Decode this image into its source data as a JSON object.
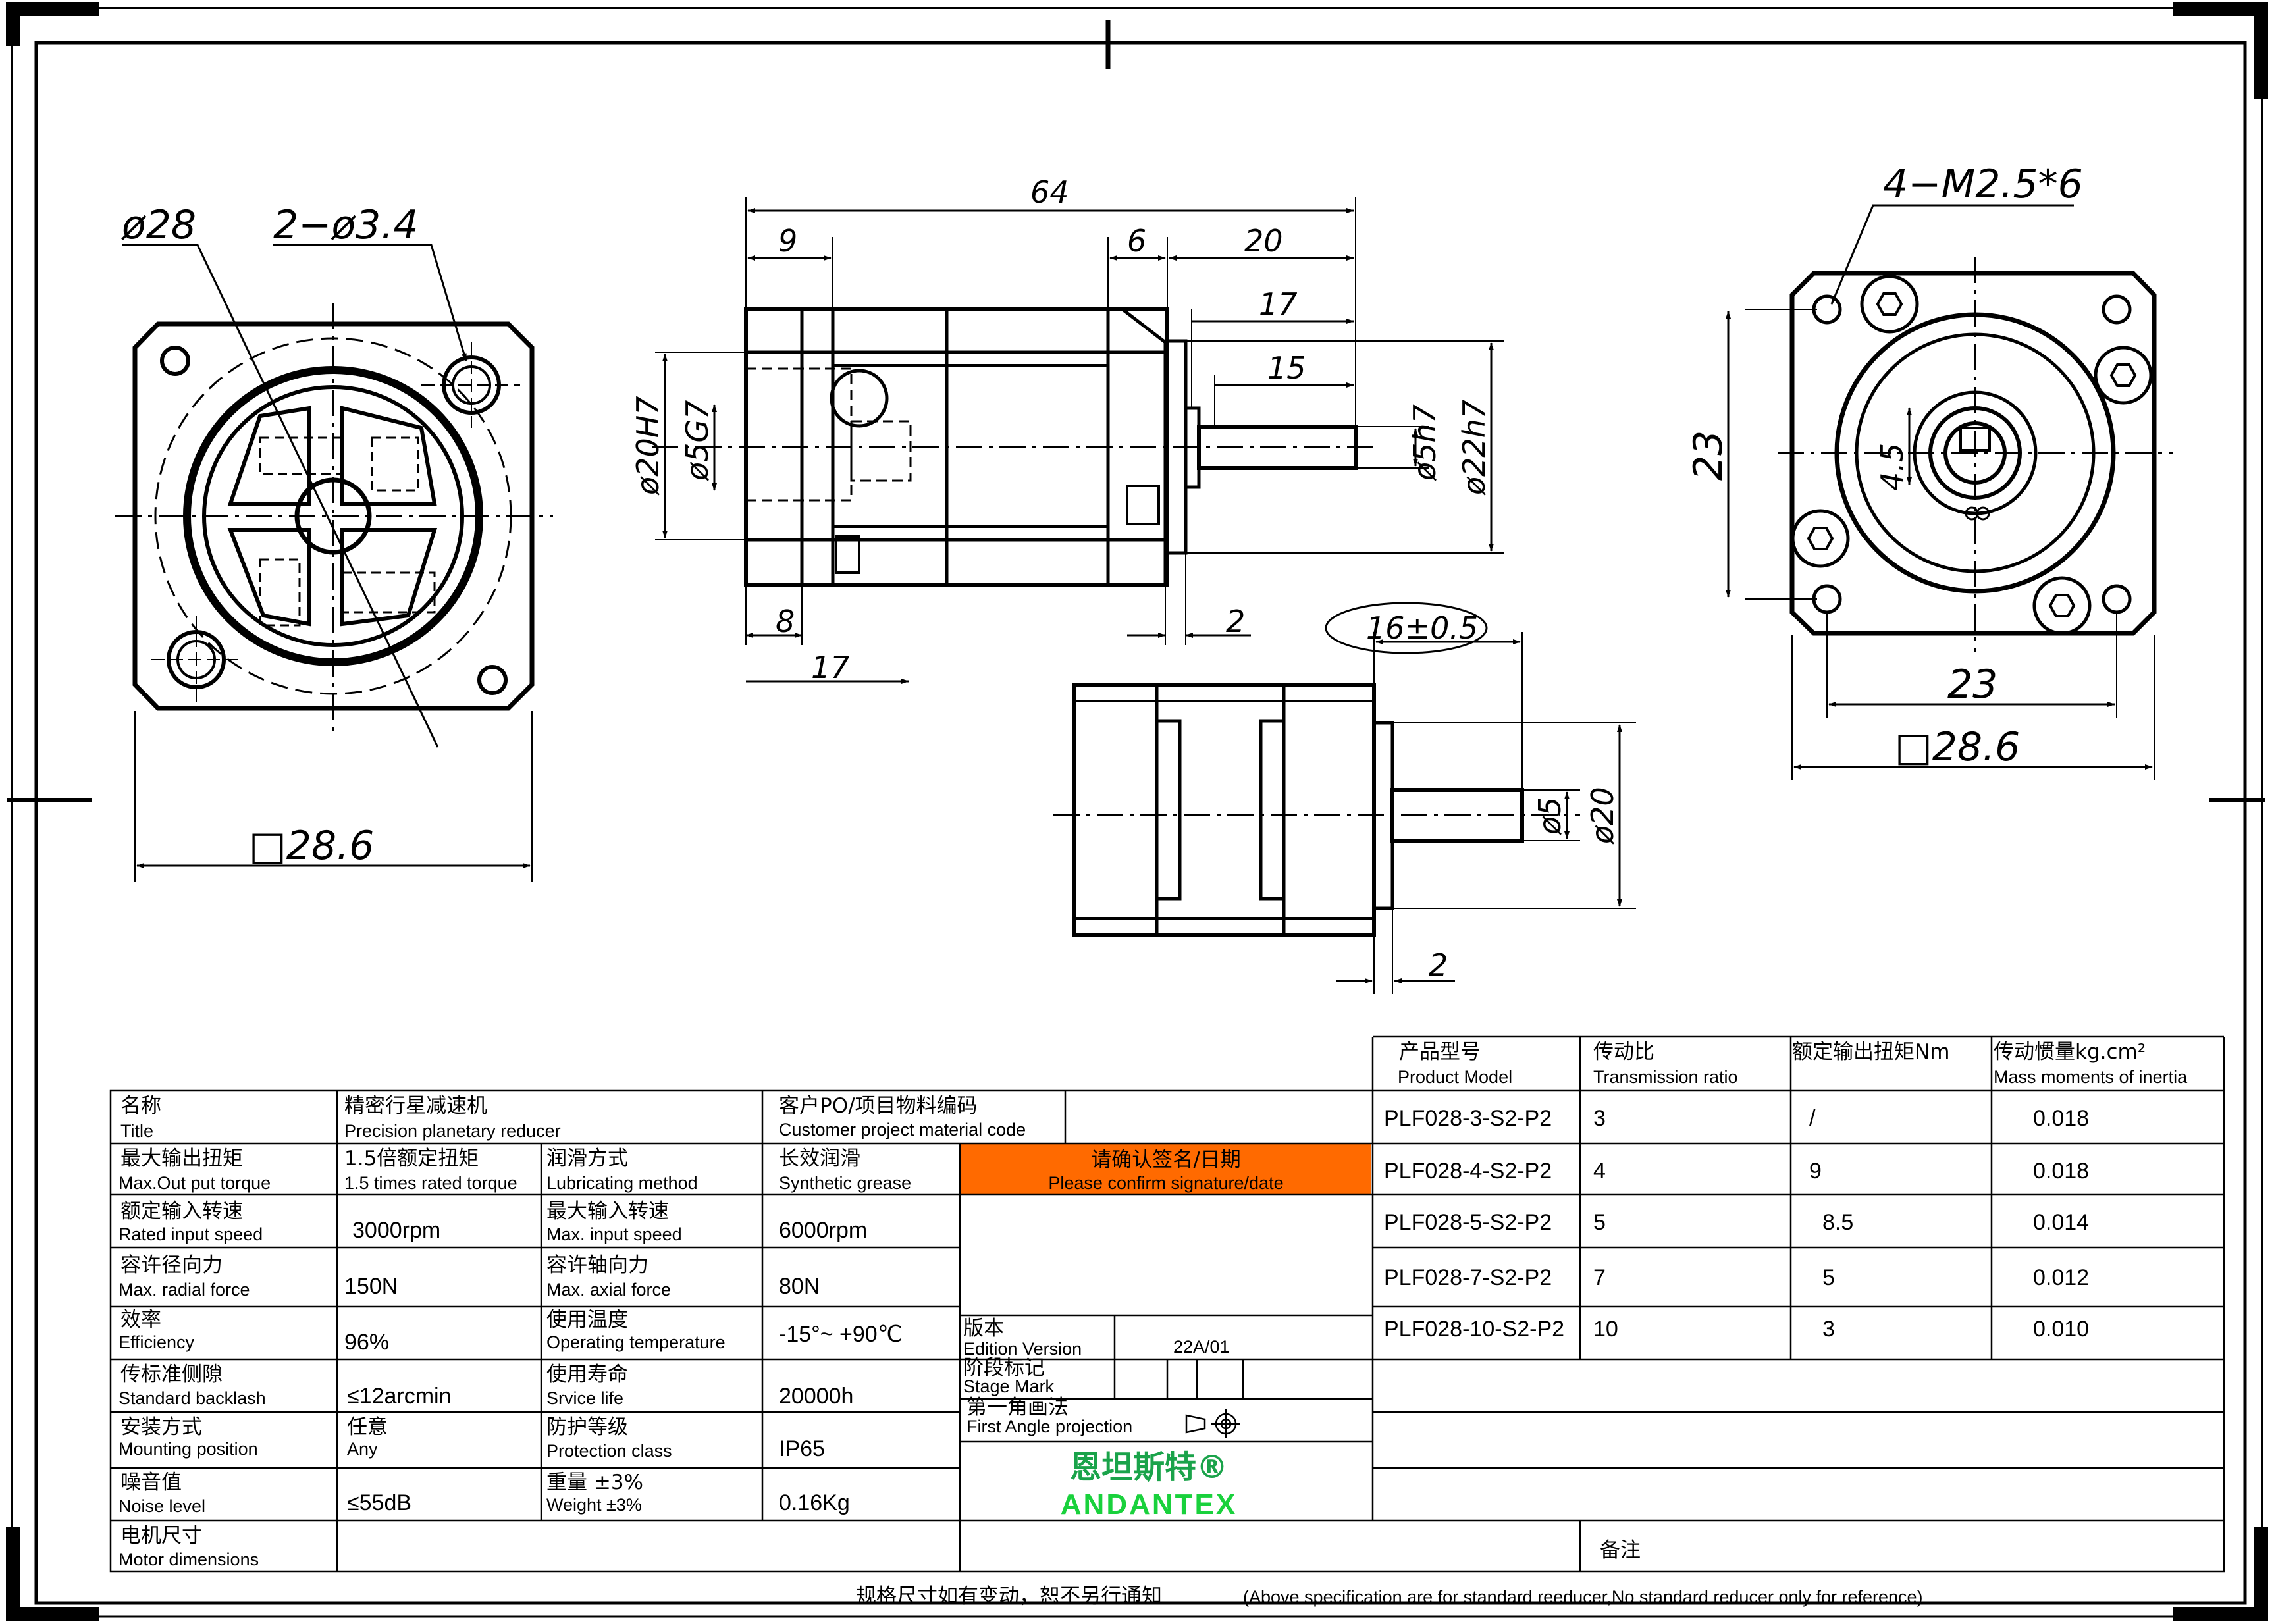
{
  "drawing": {
    "front": {
      "dia_outer": "ø28",
      "holes": "2−ø3.4",
      "square": "□28.6"
    },
    "side": {
      "total_len": "64",
      "d9": "9",
      "d6": "6",
      "d20": "20",
      "d17a": "17",
      "d15": "15",
      "d8": "8",
      "d17b": "17",
      "d2": "2",
      "phi20h7": "ø20H7",
      "phi5g7": "ø5G7",
      "phi5h7": "ø5h7",
      "phi22h7": "ø22h7"
    },
    "rear": {
      "thread": "4−M2.5*6",
      "v23": "23",
      "h23": "23",
      "h45": "4.5",
      "square": "□28.6"
    },
    "lower": {
      "d16": "16±0.5",
      "phi5": "ø5",
      "phi20": "ø20",
      "d2": "2"
    }
  },
  "spec": {
    "title_cn": "名称",
    "title_en": "Title",
    "title_val_cn": "精密行星减速机",
    "title_val_en": "Precision planetary reducer",
    "cust_cn": "客户PO/项目物料编码",
    "cust_en": "Customer project material code",
    "rows": [
      {
        "cn1": "最大输出扭矩",
        "en1": "Max.Out put torque",
        "v1cn": "1.5倍额定扭矩",
        "v1": "1.5 times rated torque",
        "cn2": "润滑方式",
        "en2": "Lubricating method",
        "v2cn": "长效润滑",
        "v2": "Synthetic grease"
      },
      {
        "cn1": "额定输入转速",
        "en1": "Rated input speed",
        "v1cn": "",
        "v1": "3000rpm",
        "cn2": "最大输入转速",
        "en2": "Max. input speed",
        "v2cn": "",
        "v2": "6000rpm"
      },
      {
        "cn1": "容许径向力",
        "en1": "Max. radial force",
        "v1cn": "",
        "v1": "150N",
        "cn2": "容许轴向力",
        "en2": "Max. axial force",
        "v2cn": "",
        "v2": "80N"
      },
      {
        "cn1": "效率",
        "en1": "Efficiency",
        "v1cn": "",
        "v1": "96%",
        "cn2": "使用温度",
        "en2": "Operating temperature",
        "v2cn": "",
        "v2": "-15°~ +90℃"
      },
      {
        "cn1": "传标准侧隙",
        "en1": "Standard backlash",
        "v1cn": "",
        "v1": "≤12arcmin",
        "cn2": "使用寿命",
        "en2": "Srvice life",
        "v2cn": "",
        "v2": "20000h"
      },
      {
        "cn1": "安装方式",
        "en1": "Mounting position",
        "v1cn": "任意",
        "v1": "Any",
        "cn2": "防护等级",
        "en2": "Protection class",
        "v2cn": "",
        "v2": "IP65"
      },
      {
        "cn1": "噪音值",
        "en1": "Noise level",
        "v1cn": "",
        "v1": "≤55dB",
        "cn2": "重量 ±3%",
        "en2": "Weight ±3%",
        "v2cn": "",
        "v2": "0.16Kg"
      },
      {
        "cn1": "电机尺寸",
        "en1": "Motor dimensions",
        "v1cn": "",
        "v1": "",
        "cn2": "",
        "en2": "",
        "v2cn": "",
        "v2": ""
      }
    ]
  },
  "confirm": {
    "cn": "请确认签名/日期",
    "en": "Please confirm signature/date"
  },
  "edition": {
    "cn": "版本",
    "en": "Edition Version",
    "value": "22A/01"
  },
  "stage": {
    "cn": "阶段标记",
    "en": "Stage Mark"
  },
  "projection": {
    "cn": "第一角画法",
    "en": "First Angle projection"
  },
  "brand": {
    "cn": "恩坦斯特®",
    "en": "ANDANTEX"
  },
  "model_table": {
    "headers": [
      {
        "cn": "产品型号",
        "en": "Product Model"
      },
      {
        "cn": "传动比",
        "en": "Transmission ratio"
      },
      {
        "cn": "额定输出扭矩Nm",
        "en": ""
      },
      {
        "cn": "传动惯量kg.cm²",
        "en": "Mass moments of inertia"
      }
    ],
    "rows": [
      [
        "PLF028-3-S2-P2",
        "3",
        "/",
        "0.018"
      ],
      [
        "PLF028-4-S2-P2",
        "4",
        "9",
        "0.018"
      ],
      [
        "PLF028-5-S2-P2",
        "5",
        "8.5",
        "0.014"
      ],
      [
        "PLF028-7-S2-P2",
        "7",
        "5",
        "0.012"
      ],
      [
        "PLF028-10-S2-P2",
        "10",
        "3",
        "0.010"
      ]
    ]
  },
  "remarks": "备注",
  "footer": {
    "cn": "规格尺寸如有变动，恕不另行通知",
    "en": "(Above specification are for standard reeducer,No standard reducer only for reference)"
  },
  "colors": {
    "confirm_bg": "#ff6a00",
    "brand_cn": "#1aa34a",
    "brand_en": "#19d13c"
  }
}
